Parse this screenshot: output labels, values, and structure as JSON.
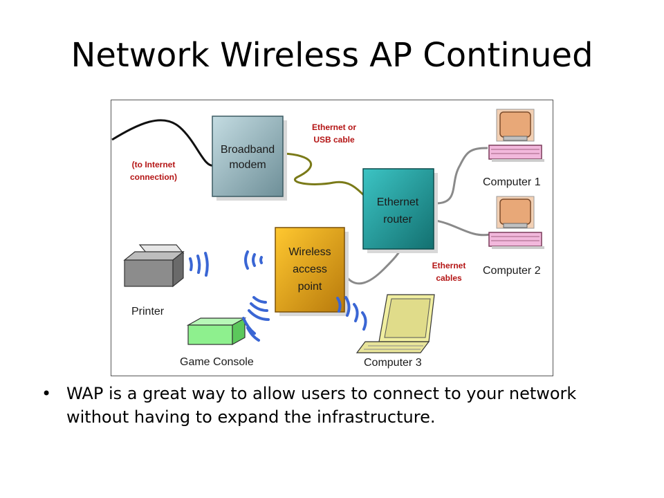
{
  "slide": {
    "title": "Network Wireless AP Continued",
    "bullets": [
      "WAP is a great way to allow users to connect to your network without having to expand the infrastructure."
    ]
  },
  "diagram": {
    "nodes": {
      "modem": {
        "line1": "Broadband",
        "line2": "modem"
      },
      "router": {
        "line1": "Ethernet",
        "line2": "router"
      },
      "wap": {
        "line1": "Wireless",
        "line2": "access",
        "line3": "point"
      }
    },
    "annotations": {
      "internet": {
        "line1": "(to Internet",
        "line2": "connection)"
      },
      "eth_usb": {
        "line1": "Ethernet or",
        "line2": "USB cable"
      },
      "eth_cables": {
        "line1": "Ethernet",
        "line2": "cables"
      }
    },
    "devices": {
      "computer1": "Computer 1",
      "computer2": "Computer 2",
      "computer3": "Computer 3",
      "printer": "Printer",
      "game_console": "Game Console"
    },
    "colors": {
      "modem": "#9fb9c0",
      "router": "#1e9b9b",
      "wap": "#d99a10",
      "signal": "#3a66d4",
      "annotation": "#b41414",
      "usb_cable": "#7a7a18",
      "eth_cable": "#8a8a8a",
      "computer_screen": "#e8b48a",
      "computer_keyboard": "#f2b8dc",
      "laptop": "#e0dc8a",
      "console": "#8ef08e",
      "printer": "#8c8c8c"
    },
    "icons": [
      "printer-icon",
      "game-console-icon",
      "desktop-computer-icon",
      "laptop-icon",
      "wifi-signal-icon"
    ]
  }
}
